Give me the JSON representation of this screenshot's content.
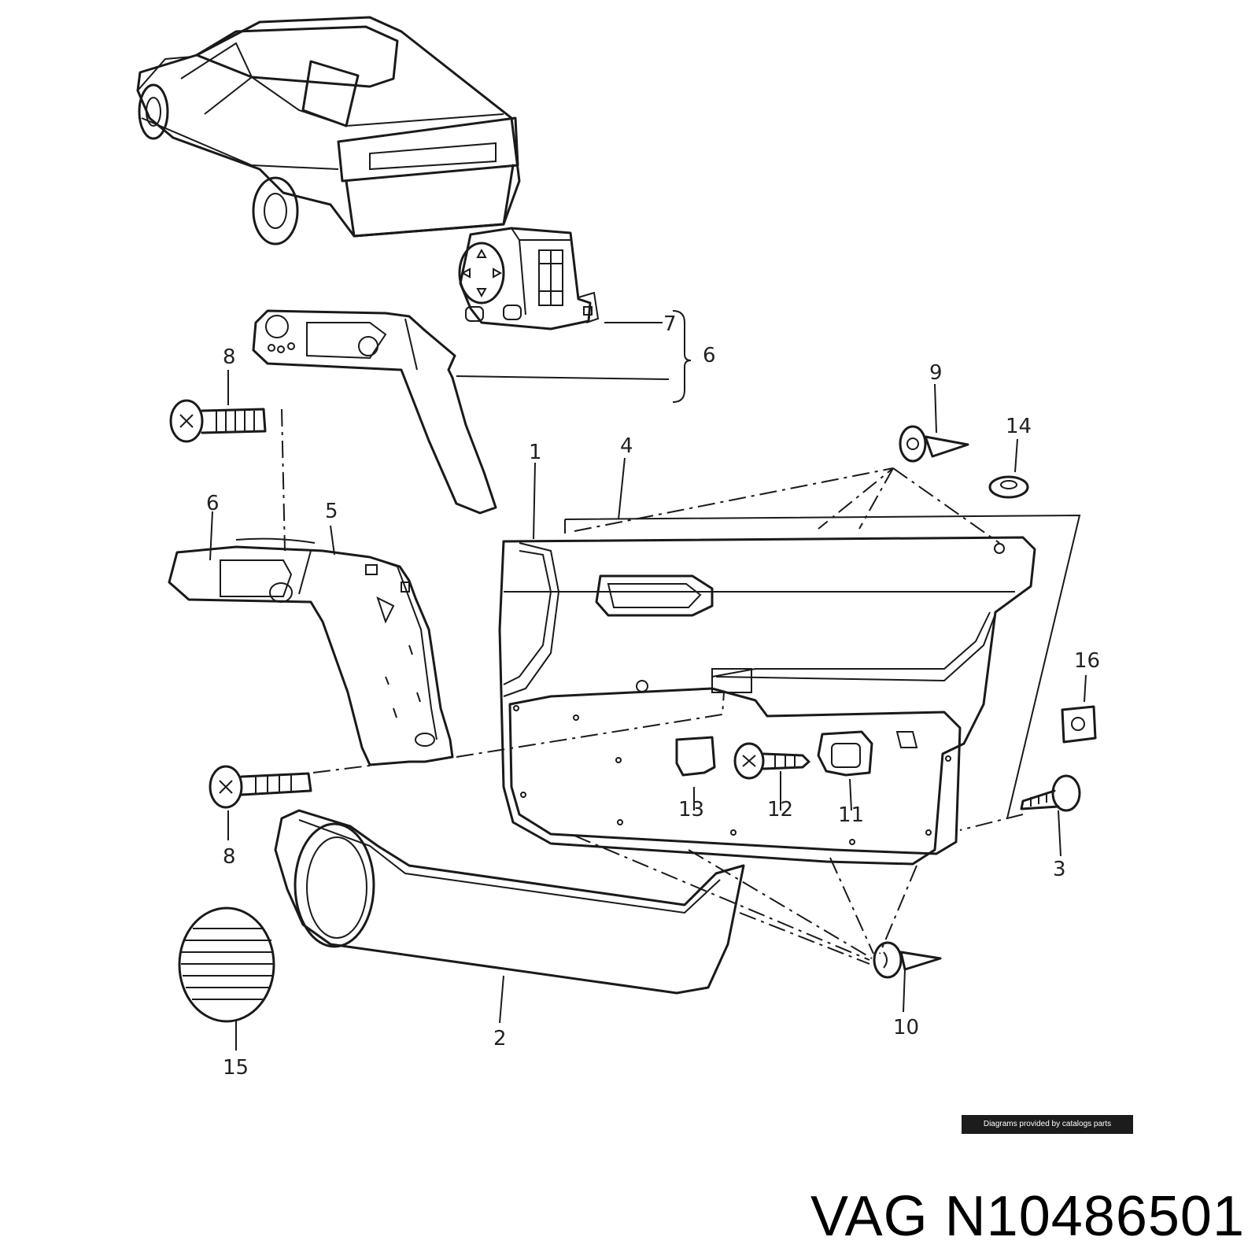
{
  "credit": "Diagrams provided by catalogs parts",
  "part_caption": "VAG N10486501",
  "callouts": {
    "c1": "1",
    "c2": "2",
    "c3": "3",
    "c4": "4",
    "c5": "5",
    "c6a": "6",
    "c6b": "6",
    "c7": "7",
    "c8a": "8",
    "c8b": "8",
    "c9": "9",
    "c10": "10",
    "c11": "11",
    "c12": "12",
    "c13": "13",
    "c14": "14",
    "c15": "15",
    "c16": "16"
  }
}
